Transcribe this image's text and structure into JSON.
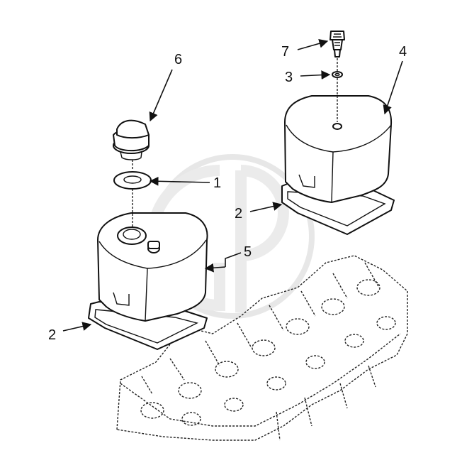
{
  "diagram": {
    "callouts": [
      {
        "id": "c1",
        "label": "1"
      },
      {
        "id": "c2a",
        "label": "2"
      },
      {
        "id": "c2b",
        "label": "2"
      },
      {
        "id": "c3",
        "label": "3"
      },
      {
        "id": "c4",
        "label": "4"
      },
      {
        "id": "c5",
        "label": "5"
      },
      {
        "id": "c6",
        "label": "6"
      },
      {
        "id": "c7",
        "label": "7"
      }
    ],
    "watermark_text": "GP"
  }
}
